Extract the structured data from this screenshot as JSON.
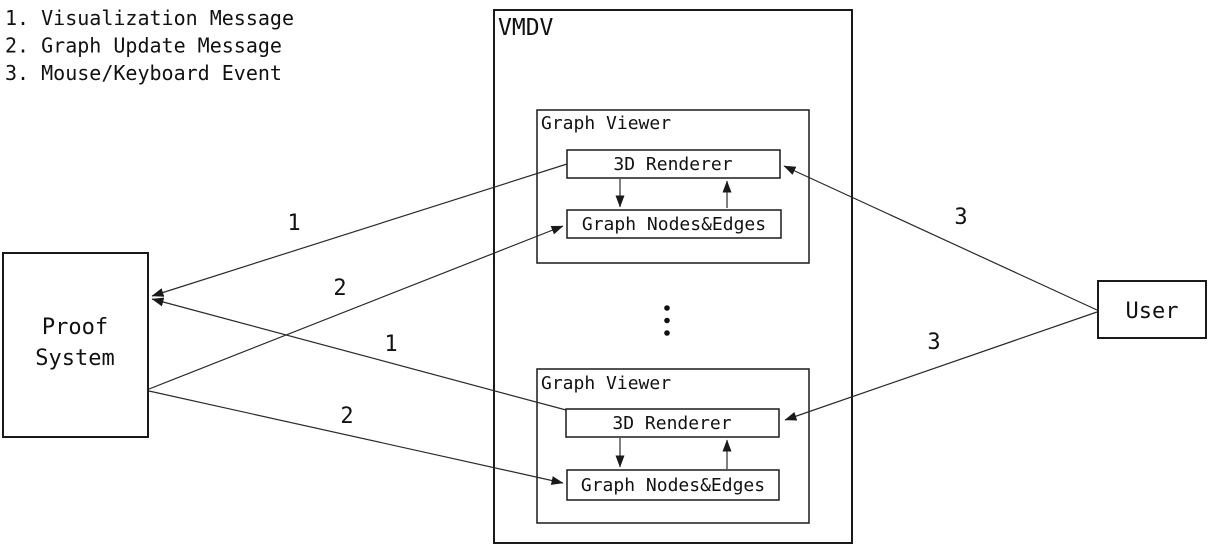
{
  "colors": {
    "ink": "#111111",
    "line": "#2a2a2a",
    "background": "#ffffff"
  },
  "legend": {
    "items": [
      "1. Visualization Message",
      "2. Graph Update Message",
      "3. Mouse/Keyboard Event"
    ]
  },
  "nodes": {
    "proof_system": {
      "lines": [
        "Proof",
        "System"
      ]
    },
    "vmdv": {
      "title": "VMDV"
    },
    "viewer1": {
      "title": "Graph Viewer",
      "renderer_label": "3D Renderer",
      "nodes_edges_label": "Graph Nodes&Edges"
    },
    "viewer2": {
      "title": "Graph Viewer",
      "renderer_label": "3D Renderer",
      "nodes_edges_label": "Graph Nodes&Edges"
    },
    "user": {
      "label": "User"
    }
  },
  "icons": {
    "more_viewers": "vertical-ellipsis-icon"
  },
  "edges": [
    {
      "label": "1",
      "meaning": "Visualization Message",
      "from": "graph-viewer-1-3d-renderer",
      "to": "proof-system"
    },
    {
      "label": "2",
      "meaning": "Graph Update Message",
      "from": "proof-system",
      "to": "graph-viewer-1-nodes-edges"
    },
    {
      "label": "1",
      "meaning": "Visualization Message",
      "from": "graph-viewer-2-3d-renderer",
      "to": "proof-system"
    },
    {
      "label": "2",
      "meaning": "Graph Update Message",
      "from": "proof-system",
      "to": "graph-viewer-2-nodes-edges"
    },
    {
      "label": "3",
      "meaning": "Mouse/Keyboard Event",
      "from": "user",
      "to": "graph-viewer-1-3d-renderer"
    },
    {
      "label": "3",
      "meaning": "Mouse/Keyboard Event",
      "from": "user",
      "to": "graph-viewer-2-3d-renderer"
    }
  ]
}
